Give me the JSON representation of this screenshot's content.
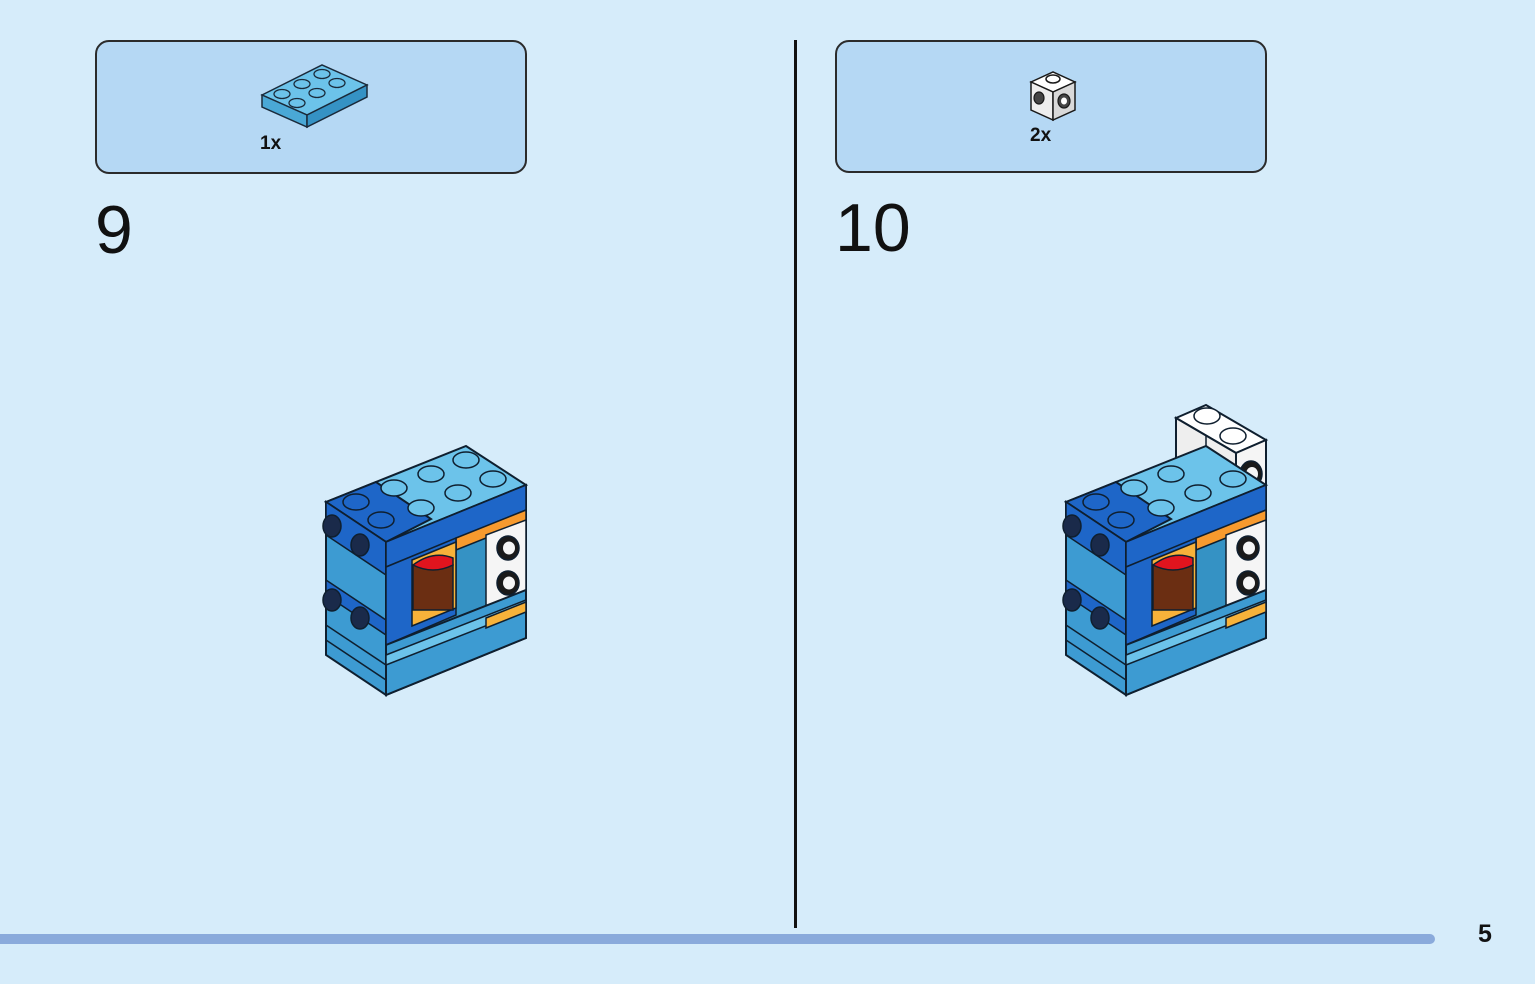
{
  "steps": [
    {
      "number": "9",
      "parts": [
        {
          "quantity": "1x",
          "piece": "light-blue-plate-2x3"
        }
      ]
    },
    {
      "number": "10",
      "parts": [
        {
          "quantity": "2x",
          "piece": "white-brick-1x1-with-side-studs"
        }
      ]
    }
  ],
  "page": {
    "number": "5"
  },
  "colors": {
    "background": "#d6ecfa",
    "parts_box": "#b5d8f4",
    "progress_bar": "#8aaadb",
    "light_blue": "#5ab4e0",
    "blue": "#1e66c8",
    "white": "#f5f5f5",
    "orange": "#f79a2e",
    "red": "#e0141e",
    "brown": "#6b2e12"
  }
}
